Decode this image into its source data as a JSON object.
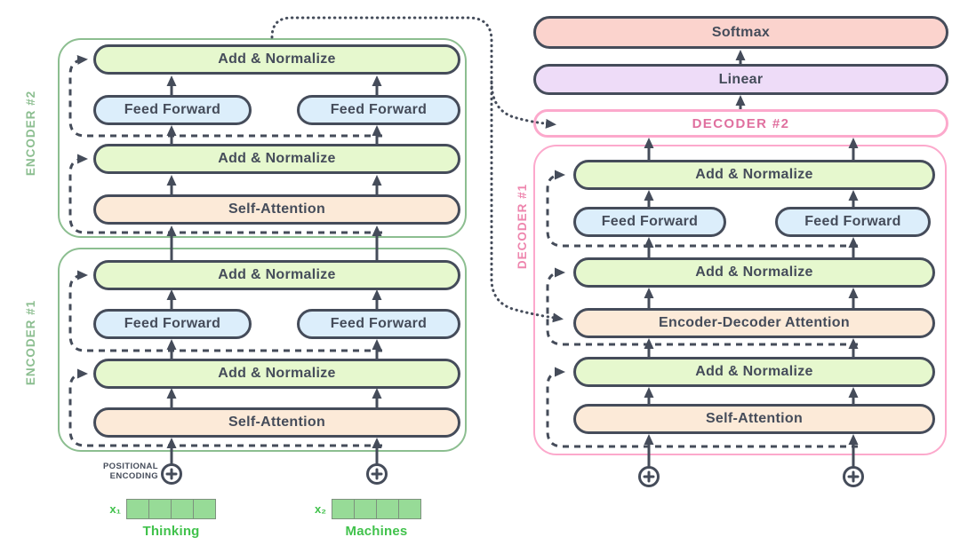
{
  "colors": {
    "slate": "#454c5a",
    "pill_border": "#454c5a",
    "green_fill": "#e6f8ce",
    "blue_fill": "#dceefb",
    "peach_fill": "#fcead8",
    "salmon_fill": "#fbd3cd",
    "lavender_fill": "#eedcf8",
    "encoder_green": "#8cbe90",
    "decoder_pink": "#fca9cc",
    "decoder_text_pink": "#e0709f",
    "decoder_label_pink": "#ee86ae",
    "token_green": "#41c24c",
    "cell_green_fill": "#97db97",
    "cell_green_border": "#7d917e",
    "background": "#ffffff"
  },
  "labels": {
    "add_normalize": "Add & Normalize",
    "feed_forward": "Feed Forward",
    "self_attention": "Self-Attention",
    "encoder_decoder_attention": "Encoder-Decoder Attention",
    "softmax": "Softmax",
    "linear": "Linear",
    "encoder_1": "ENCODER #1",
    "encoder_2": "ENCODER #2",
    "decoder_1": "DECODER #1",
    "decoder_2": "DECODER #2",
    "positional_encoding_line1": "POSITIONAL",
    "positional_encoding_line2": "ENCODING",
    "x1": "x₁",
    "x2": "x₂",
    "token_1": "Thinking",
    "token_2": "Machines"
  },
  "vector": {
    "cells_per_vector": 4
  }
}
